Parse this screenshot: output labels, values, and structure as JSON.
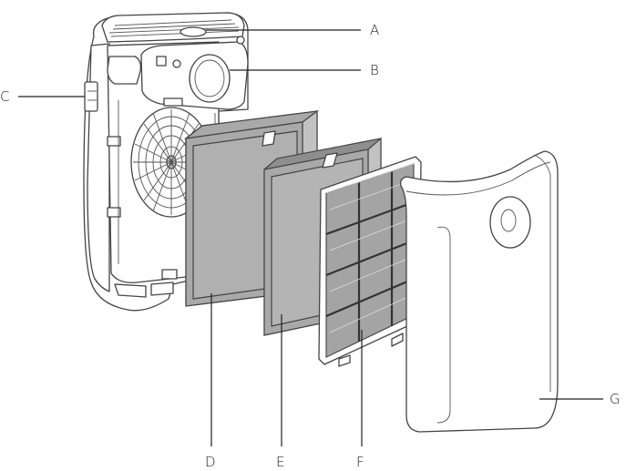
{
  "labels": {
    "a": "A",
    "b": "B",
    "c": "C",
    "d": "D",
    "e": "E",
    "f": "F",
    "g": "G"
  },
  "colors": {
    "line": "#222222",
    "filter_grey": "#a9a9a9",
    "background": "#ffffff"
  }
}
